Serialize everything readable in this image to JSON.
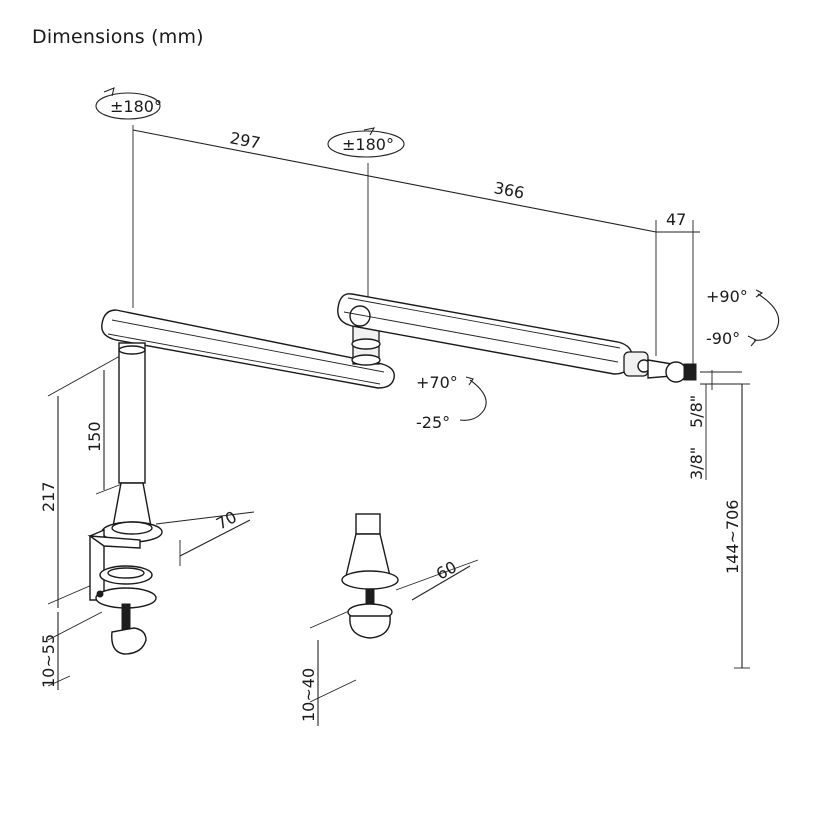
{
  "title": "Dimensions (mm)",
  "dimensions": {
    "base_rotation": "±180°",
    "mid_rotation": "±180°",
    "arm1_length": "297",
    "arm2_length": "366",
    "head_offset": "47",
    "tilt_up": "+90°",
    "tilt_down": "-90°",
    "arm_up": "+70°",
    "arm_down": "-25°",
    "pole_height": "150",
    "total_height": "217",
    "clamp_base": "70",
    "grommet_base": "60",
    "clamp_range": "10~55",
    "grommet_range": "10~40",
    "thread_small": "3/8\"",
    "thread_large": "5/8\"",
    "reach_range": "144~706"
  },
  "colors": {
    "line": "#222222",
    "part_fill": "#ffffff",
    "shade": "#f1f1f1",
    "dark": "#1d1d1d"
  }
}
